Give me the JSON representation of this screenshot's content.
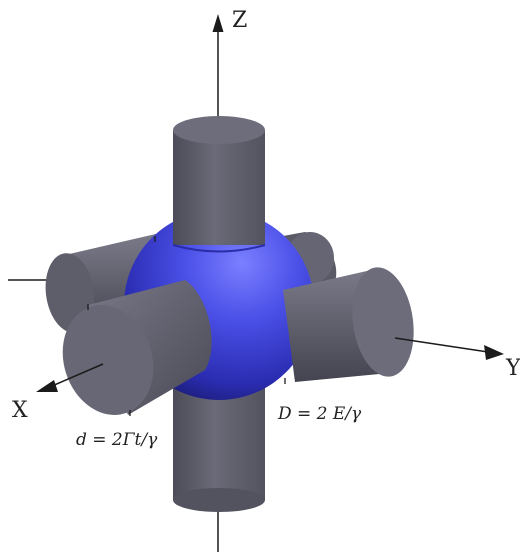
{
  "axes": {
    "z_label": "Z",
    "y_label": "Y",
    "x_label": "X"
  },
  "annotations": {
    "small_diameter": "d = 2Γt/γ",
    "large_diameter": "D = 2 E/γ"
  },
  "colors": {
    "cylinder_dark": "#4a4a57",
    "cylinder_mid": "#676775",
    "cylinder_light": "#8a8a99",
    "sphere_core": "#4b50e8",
    "sphere_mid": "#2f31b6",
    "sphere_edge": "#1a1b64",
    "axis": "#1b1b1b"
  },
  "icons": {
    "x_arrow": "x-axis-cone-icon",
    "y_arrow": "y-axis-arrow-icon",
    "z_arrow": "z-axis-arrow-icon"
  }
}
